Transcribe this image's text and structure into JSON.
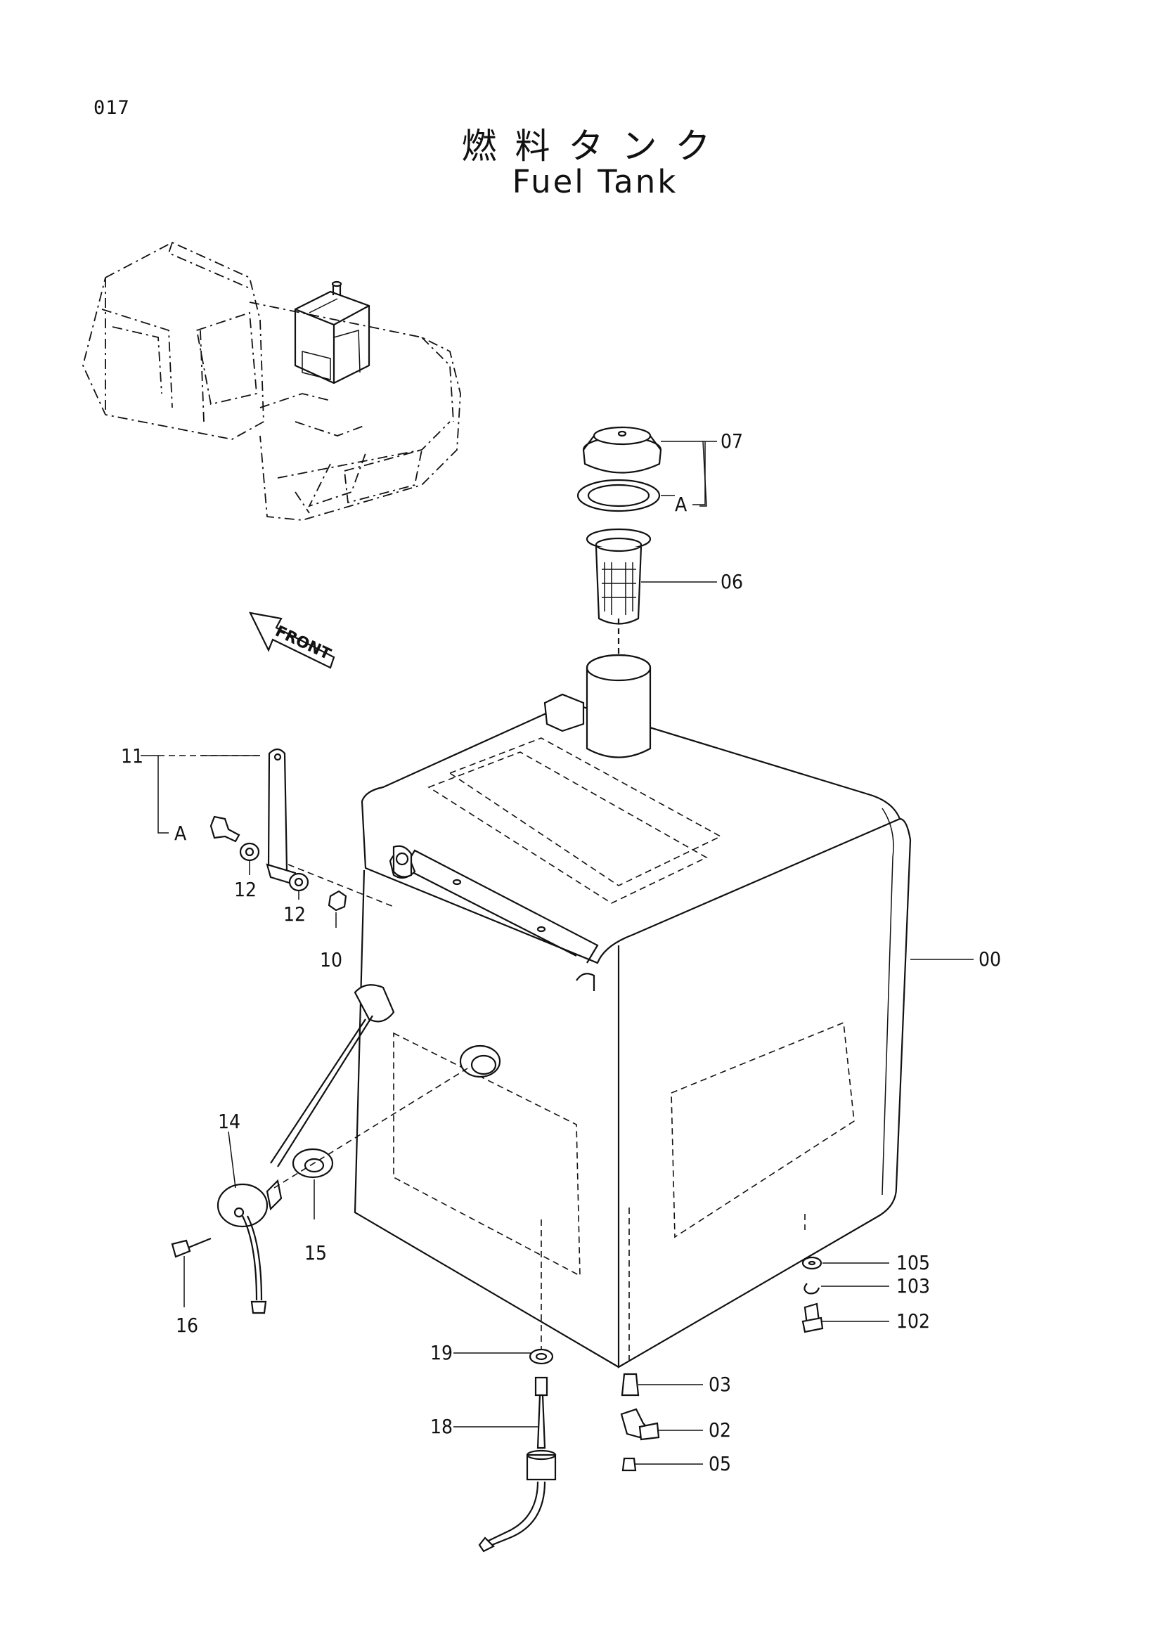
{
  "page_number": "017",
  "title_ja": "燃料タンク",
  "title_en": "Fuel Tank",
  "front_label": "FRONT",
  "callouts": {
    "c07": "07",
    "cA1": "A",
    "c06": "06",
    "c11": "11",
    "cA2": "A",
    "c12a": "12",
    "c12b": "12",
    "c10": "10",
    "c00": "00",
    "c14": "14",
    "c15": "15",
    "c16": "16",
    "c105": "105",
    "c103": "103",
    "c102": "102",
    "c19": "19",
    "c03": "03",
    "c18": "18",
    "c02": "02",
    "c05": "05"
  }
}
